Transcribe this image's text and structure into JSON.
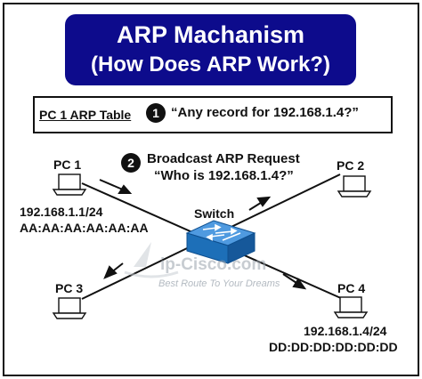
{
  "title": {
    "line1": "ARP Machanism",
    "line2": "(How Does ARP Work?)"
  },
  "arp_table": {
    "label": "PC 1 ARP Table",
    "step_number": "1",
    "query": "“Any record for 192.168.1.4?”"
  },
  "broadcast": {
    "step_number": "2",
    "line1": "Broadcast ARP Request",
    "line2": "“Who is  192.168.1.4?”"
  },
  "switch_label": "Switch",
  "nodes": {
    "pc1": {
      "label": "PC 1",
      "ip": "192.168.1.1/24",
      "mac": "AA:AA:AA:AA:AA:AA"
    },
    "pc2": {
      "label": "PC  2"
    },
    "pc3": {
      "label": "PC 3"
    },
    "pc4": {
      "label": "PC  4",
      "ip": "192.168.1.4/24",
      "mac": "DD:DD:DD:DD:DD:DD"
    }
  },
  "watermark": {
    "brand": "ip-Cisco.com",
    "tagline": "Best Route To Your Dreams"
  },
  "colors": {
    "title_bg": "#0d0b8c",
    "title_text": "#ffffff",
    "switch_blue": "#1d6fb8",
    "watermark": "#9aa3ad"
  }
}
